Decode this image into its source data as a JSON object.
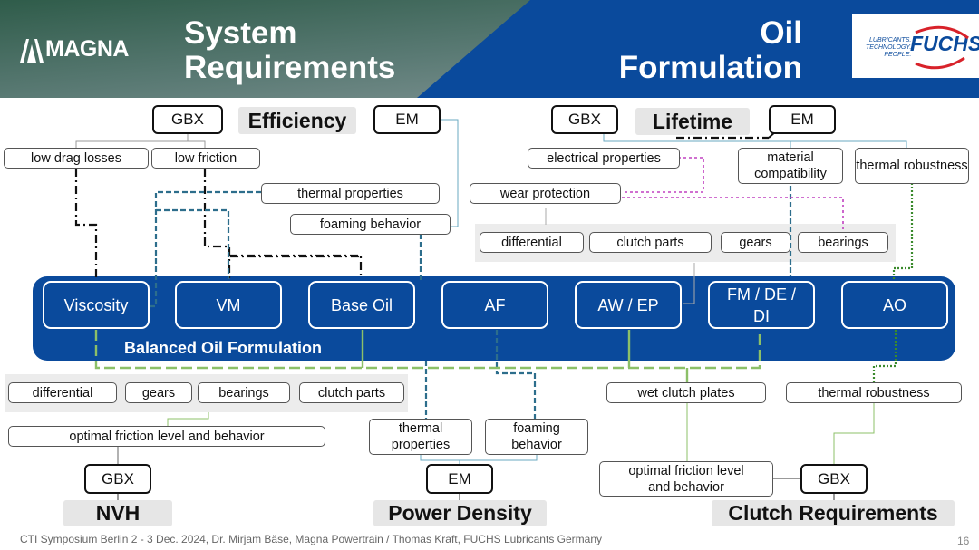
{
  "header": {
    "logo_magna": "MAGNA",
    "title_left": [
      "System",
      "Requirements"
    ],
    "title_right": [
      "Oil",
      "Formulation"
    ],
    "fuchs_tagline": [
      "LUBRICANTS.",
      "TECHNOLOGY.",
      "PEOPLE."
    ],
    "fuchs_name": "FUCHS"
  },
  "efficiency": {
    "gbx": "GBX",
    "em": "EM",
    "label": "Efficiency",
    "low_drag": "low drag losses",
    "low_friction": "low friction",
    "thermal_properties": "thermal properties",
    "foaming_behavior": "foaming behavior"
  },
  "lifetime": {
    "gbx": "GBX",
    "em": "EM",
    "label": "Lifetime",
    "electrical_properties": "electrical properties",
    "material_compatibility": "material compatibility",
    "thermal_robustness": "thermal robustness",
    "wear_protection": "wear protection",
    "parts": [
      "differential",
      "clutch parts",
      "gears",
      "bearings"
    ]
  },
  "formulation": {
    "components": [
      "Viscosity",
      "VM",
      "Base Oil",
      "AF",
      "AW / EP",
      "FM / DE / DI",
      "AO"
    ],
    "band_label": "Balanced Oil Formulation"
  },
  "nvh": {
    "parts": [
      "differential",
      "gears",
      "bearings",
      "clutch parts"
    ],
    "optimal_friction": "optimal friction level and behavior",
    "gbx": "GBX",
    "label": "NVH"
  },
  "power_density": {
    "thermal_properties": "thermal properties",
    "foaming_behavior": "foaming behavior",
    "em": "EM",
    "label": "Power Density"
  },
  "clutch": {
    "wet_clutch_plates": "wet clutch plates",
    "thermal_robustness": "thermal robustness",
    "optimal_friction": "optimal friction level and behavior",
    "gbx": "GBX",
    "label": "Clutch Requirements"
  },
  "footer": {
    "text": "CTI Symposium Berlin 2 - 3 Dec. 2024, Dr. Mirjam Bäse, Magna Powertrain / Thomas Kraft, FUCHS Lubricants Germany",
    "page": "16"
  },
  "colors": {
    "blue": "#0a4a9c",
    "dark_teal": "#2d6e8c",
    "light_green": "#8cc068",
    "dark_green": "#3a8a2c",
    "magenta": "#c040c0",
    "black": "#111111"
  }
}
